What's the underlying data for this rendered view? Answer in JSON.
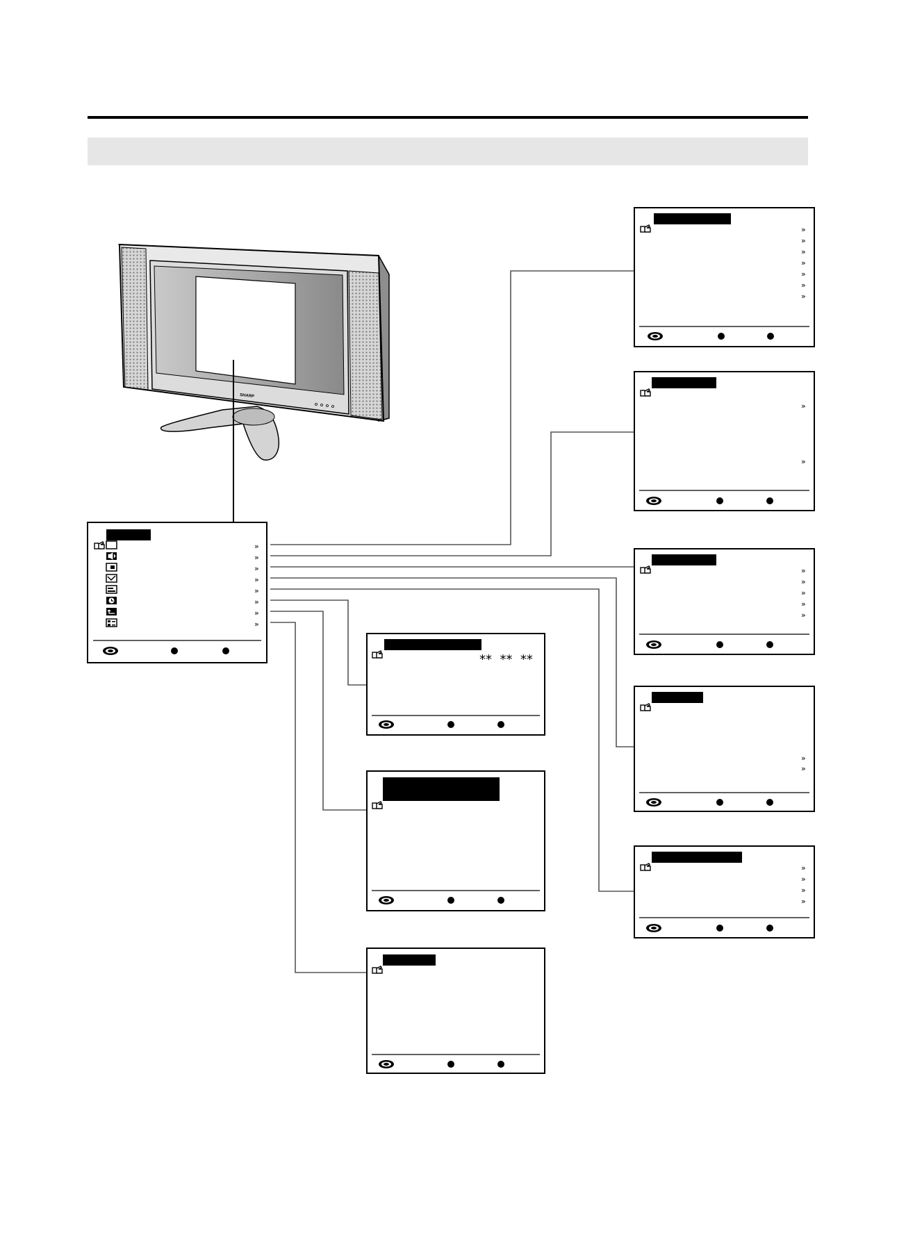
{
  "brand": {
    "logo_text": "SHARP"
  },
  "menu_item_glyph": "»",
  "main_menu": {
    "items": [
      {
        "icon": "picture-icon"
      },
      {
        "icon": "audio-icon"
      },
      {
        "icon": "position-icon"
      },
      {
        "icon": "power-control-icon"
      },
      {
        "icon": "setup-icon"
      },
      {
        "icon": "timer-icon"
      },
      {
        "icon": "reset-icon"
      },
      {
        "icon": "option-icon"
      }
    ]
  },
  "submenus": [
    {
      "id": "picture",
      "item_count": 7
    },
    {
      "id": "audio",
      "item_count": 2
    },
    {
      "id": "position",
      "item_count": 5
    },
    {
      "id": "power-control",
      "item_count": 2
    },
    {
      "id": "setup",
      "item_count": 4
    },
    {
      "id": "timer",
      "value_text": "**  **  **"
    },
    {
      "id": "reset"
    },
    {
      "id": "option"
    }
  ],
  "colors": {
    "ink": "#000000",
    "line": "#555555",
    "band": "#e6e6e6"
  }
}
